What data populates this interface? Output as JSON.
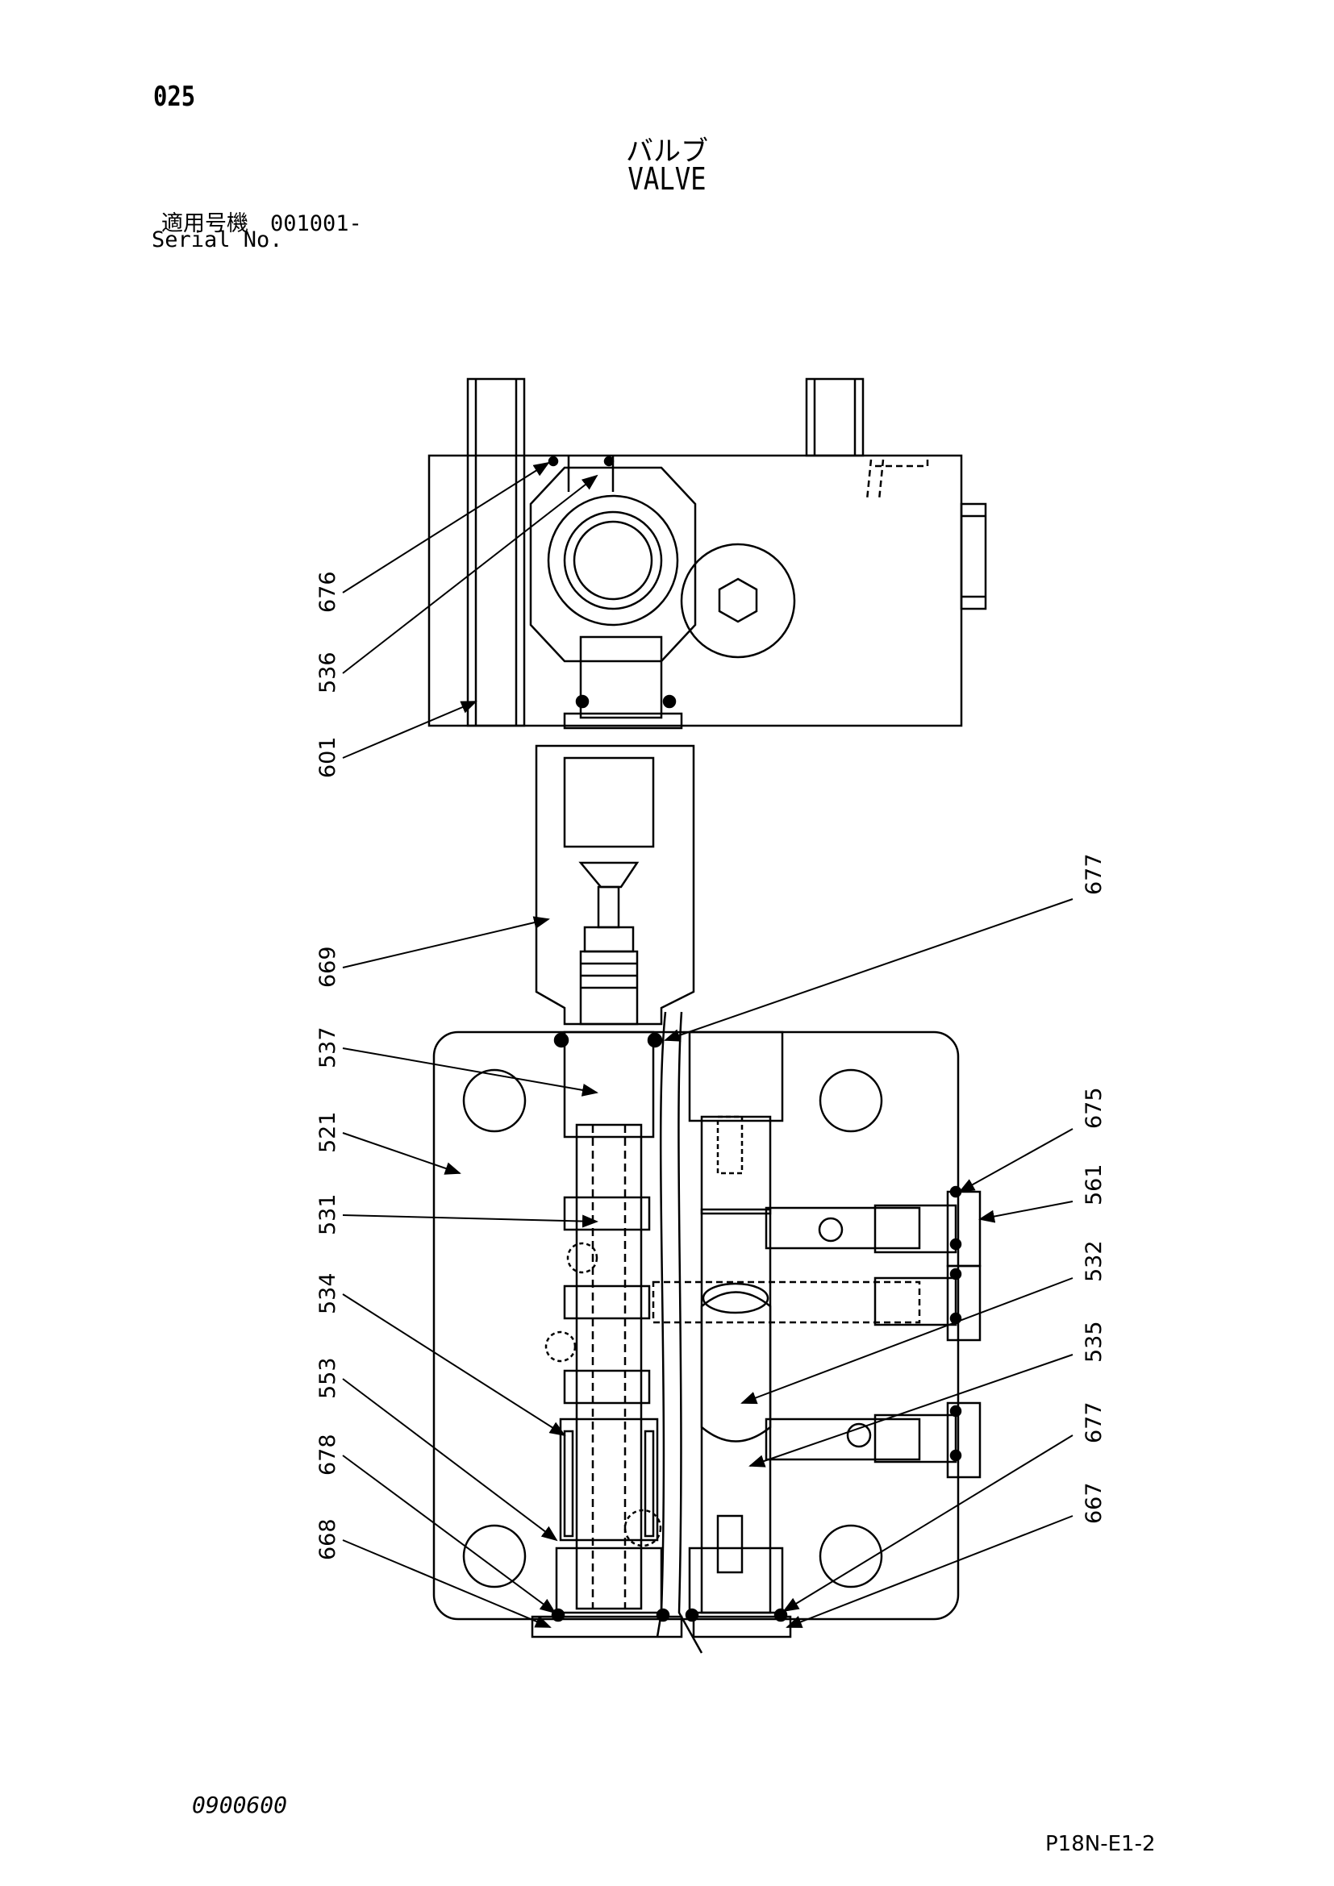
{
  "header": {
    "page_number": "025",
    "title_jp": "バルブ",
    "title_en": "VALVE",
    "serial_label_jp": "適用号機　001001-",
    "serial_label_en": "Serial No."
  },
  "footer": {
    "doc_code": "0900600",
    "sheet_ref": "P18N-E1-2"
  },
  "callouts": {
    "p676": "676",
    "p536": "536",
    "p601": "601",
    "p669": "669",
    "p537": "537",
    "p521": "521",
    "p531": "531",
    "p534": "534",
    "p553": "553",
    "p678": "678",
    "p668": "668",
    "p677a": "677",
    "p675": "675",
    "p561": "561",
    "p532": "532",
    "p535": "535",
    "p677b": "677",
    "p667": "667"
  }
}
